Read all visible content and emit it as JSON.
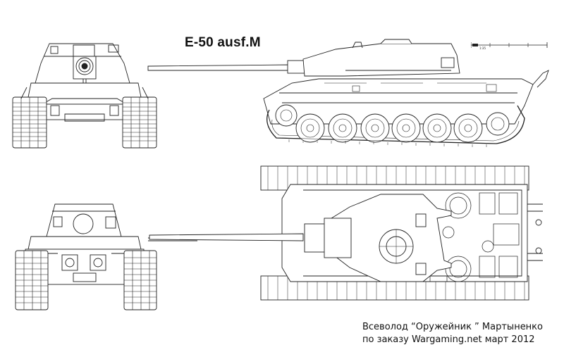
{
  "drawing": {
    "title": "E-50 ausf.M",
    "scale_label": "1:35",
    "credit_line1": "Всеволод “Оружейник ” Мартыненко",
    "credit_line2": "по заказу Wargaming.net март 2012"
  },
  "colors": {
    "line": "#222222",
    "background": "#ffffff"
  }
}
